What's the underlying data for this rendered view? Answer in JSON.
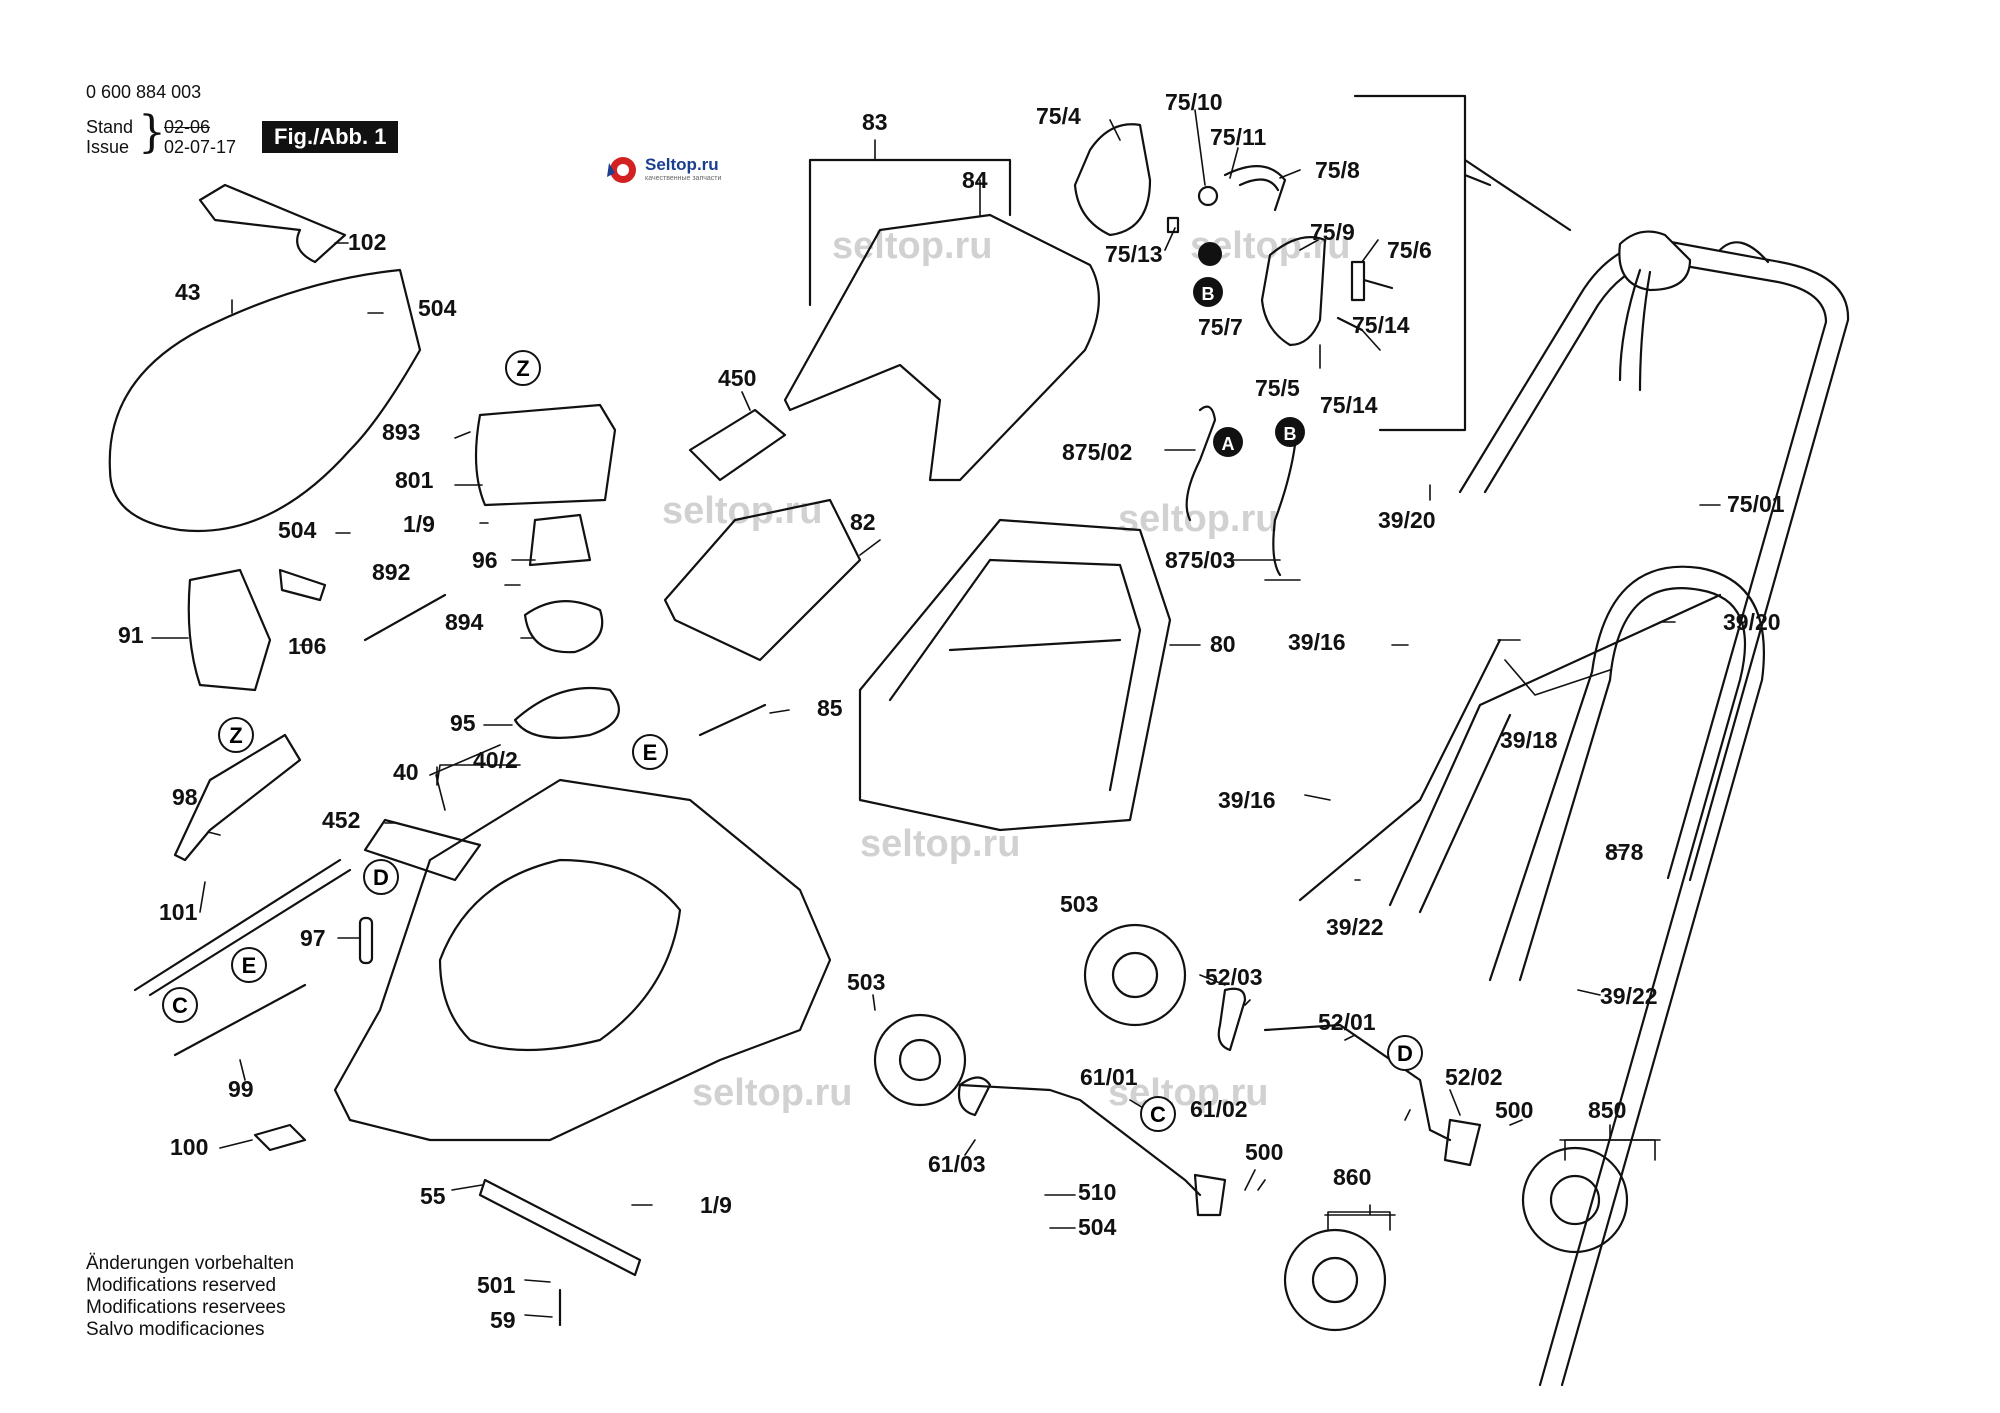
{
  "header": {
    "part_number": "0 600 884 003",
    "stand_label": "Stand",
    "issue_label": "Issue",
    "old_date": "02-06",
    "new_date": "02-07-17",
    "figure_label": "Fig./Abb. 1"
  },
  "logo": {
    "name": "Seltop.ru",
    "tagline": "качественные запчасти"
  },
  "watermark": "seltop.ru",
  "footer": {
    "lines": [
      "Änderungen vorbehalten",
      "Modifications reserved",
      "Modifications reservees",
      "Salvo modificaciones"
    ]
  },
  "callouts": {
    "c102": "102",
    "c43": "43",
    "c504a": "504",
    "c893": "893",
    "c801": "801",
    "c504b": "504",
    "c19a": "1/9",
    "c96": "96",
    "c892": "892",
    "c894": "894",
    "c91": "91",
    "c106": "106",
    "c95": "95",
    "c85": "85",
    "c40": "40",
    "c402": "40/2",
    "c98": "98",
    "c452": "452",
    "c101": "101",
    "c97": "97",
    "c99": "99",
    "c100": "100",
    "c55": "55",
    "c19b": "1/9",
    "c501": "501",
    "c59": "59",
    "c83": "83",
    "c84": "84",
    "c450": "450",
    "c82": "82",
    "c80": "80",
    "c754": "75/4",
    "c7510": "75/10",
    "c7511": "75/11",
    "c758": "75/8",
    "c7513": "75/13",
    "c759": "75/9",
    "c756": "75/6",
    "c757": "75/7",
    "c7514a": "75/14",
    "c755": "75/5",
    "c7514b": "75/14",
    "c87502": "875/02",
    "c87503": "875/03",
    "c3920a": "39/20",
    "c7501": "75/01",
    "c3920b": "39/20",
    "c3916a": "39/16",
    "c3918": "39/18",
    "c3916b": "39/16",
    "c878": "878",
    "c3922a": "39/22",
    "c3922b": "39/22",
    "c503a": "503",
    "c5203": "52/03",
    "c503b": "503",
    "c5201": "52/01",
    "c6101": "61/01",
    "c6102": "61/02",
    "c5202": "52/02",
    "c500a": "500",
    "c850": "850",
    "c6103": "61/03",
    "c510": "510",
    "c500b": "500",
    "c504c": "504",
    "c860": "860"
  },
  "markers": {
    "Z": "Z",
    "A": "A",
    "B": "B",
    "C": "C",
    "D": "D",
    "E": "E"
  }
}
